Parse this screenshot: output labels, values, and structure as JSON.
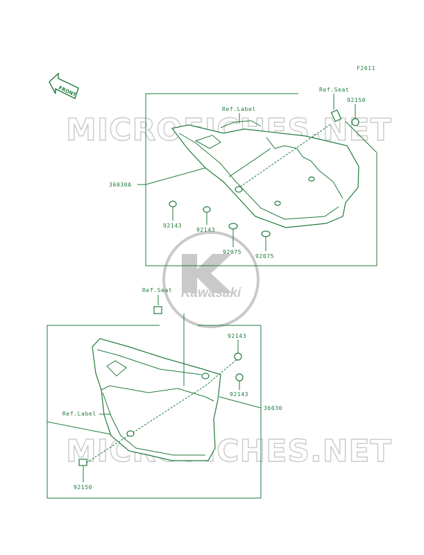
{
  "figure_code": "F2611",
  "front_label": "FRONT",
  "watermark": {
    "text": "MICROFICHES.NET",
    "logo_text": "Kawasaki"
  },
  "upper": {
    "ref_seat": "Ref.Seat",
    "ref_label": "Ref.Label",
    "assembly": "36030A",
    "bolt": "92150",
    "grommet_a": "92143",
    "grommet_b": "92143",
    "collar_a": "92075",
    "collar_b": "92075"
  },
  "lower": {
    "ref_seat": "Ref.Seat",
    "ref_label": "Ref.Label",
    "assembly": "36030",
    "grommet_a": "92143",
    "grommet_b": "92143",
    "bolt": "92150"
  },
  "colors": {
    "line": "#1e7a3a",
    "watermark": "#c9c9c9"
  }
}
